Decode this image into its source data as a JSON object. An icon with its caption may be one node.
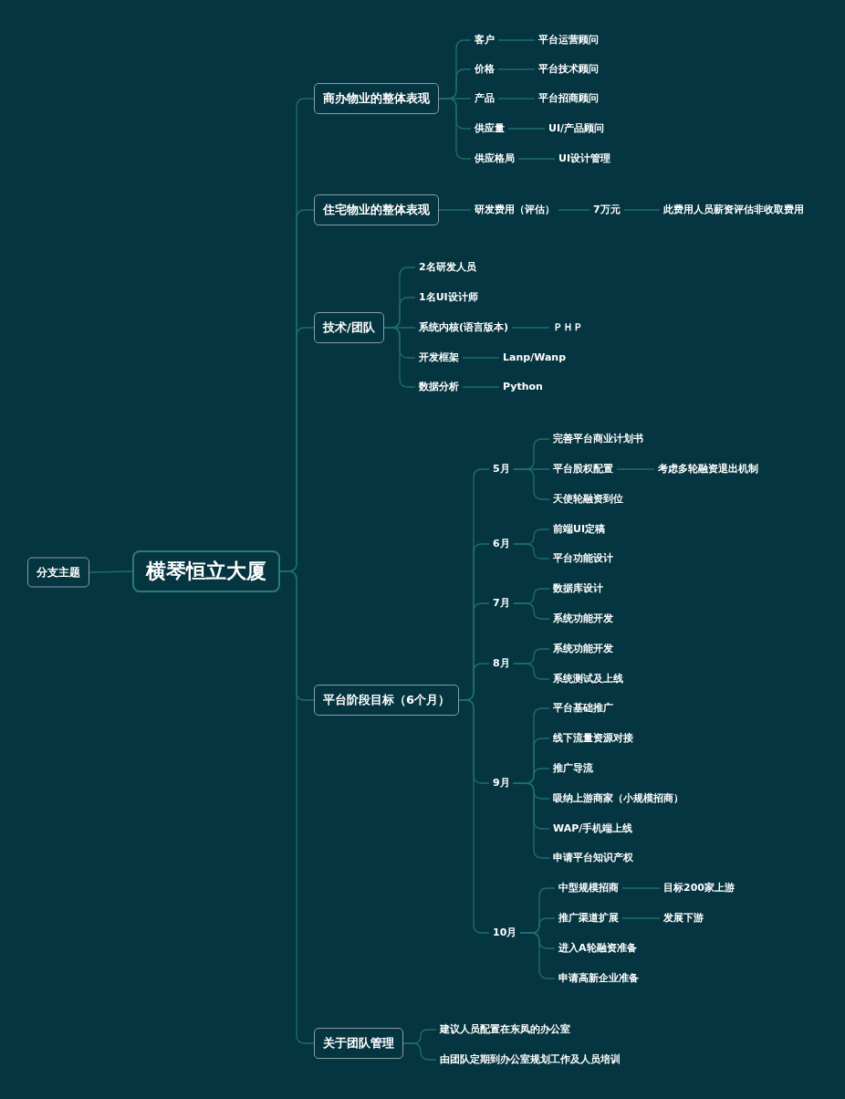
{
  "diagram": {
    "nodes": [
      {
        "text": [
          "分支主题"
        ]
      },
      {
        "text": [
          "横琴恒立大厦"
        ]
      },
      {
        "text": [
          "商办物业的整体表现"
        ]
      },
      {
        "text": [
          "客户"
        ]
      },
      {
        "text": [
          "平台运营顾问"
        ]
      },
      {
        "text": [
          "价格"
        ]
      },
      {
        "text": [
          "平台技术顾问"
        ]
      },
      {
        "text": [
          "产品"
        ]
      },
      {
        "text": [
          "平台招商顾问"
        ]
      },
      {
        "text": [
          "供应量"
        ]
      },
      {
        "text": [
          "UI/产品顾问"
        ]
      },
      {
        "text": [
          "供应格局"
        ]
      },
      {
        "text": [
          "UI设计管理"
        ]
      },
      {
        "text": [
          "住宅物业的整体表现"
        ]
      },
      {
        "text": [
          "研发费用（评估）"
        ]
      },
      {
        "text": [
          "7万元"
        ]
      },
      {
        "text": [
          "此费用人员薪资评估非收取费用"
        ]
      },
      {
        "text": [
          "技术/团队"
        ]
      },
      {
        "text": [
          "2名研发人员"
        ]
      },
      {
        "text": [
          "1名UI设计师"
        ]
      },
      {
        "text": [
          "系统内核(语言版本)"
        ]
      },
      {
        "text": [
          "ＰＨＰ"
        ]
      },
      {
        "text": [
          "开发框架"
        ]
      },
      {
        "text": [
          "Lanp/Wanp"
        ]
      },
      {
        "text": [
          "数据分析"
        ]
      },
      {
        "text": [
          "Python"
        ]
      },
      {
        "text": [
          "平台阶段目标（6个月）"
        ]
      },
      {
        "text": [
          "5月"
        ]
      },
      {
        "text": [
          "完善平台商业计划书"
        ]
      },
      {
        "text": [
          "平台股权配置"
        ]
      },
      {
        "text": [
          "考虑多轮融资退出机制"
        ]
      },
      {
        "text": [
          "天使轮融资到位"
        ]
      },
      {
        "text": [
          "6月"
        ]
      },
      {
        "text": [
          "前端UI定稿"
        ]
      },
      {
        "text": [
          "平台功能设计"
        ]
      },
      {
        "text": [
          "7月"
        ]
      },
      {
        "text": [
          "数据库设计"
        ]
      },
      {
        "text": [
          "系统功能开发"
        ]
      },
      {
        "text": [
          "8月"
        ]
      },
      {
        "text": [
          "系统功能开发"
        ]
      },
      {
        "text": [
          "系统测试及上线"
        ]
      },
      {
        "text": [
          "9月"
        ]
      },
      {
        "text": [
          "平台基础推广"
        ]
      },
      {
        "text": [
          "线下流量资源对接"
        ]
      },
      {
        "text": [
          "推广导流"
        ]
      },
      {
        "text": [
          "吸纳上游商家（小规模招商）"
        ]
      },
      {
        "text": [
          "WAP/手机端上线"
        ]
      },
      {
        "text": [
          "申请平台知识产权"
        ]
      },
      {
        "text": [
          "10月"
        ]
      },
      {
        "text": [
          "中型规模招商"
        ]
      },
      {
        "text": [
          "目标200家上游"
        ]
      },
      {
        "text": [
          "推广渠道扩展"
        ]
      },
      {
        "text": [
          "发展下游"
        ]
      },
      {
        "text": [
          "进入A轮融资准备"
        ]
      },
      {
        "text": [
          "申请高新企业准备"
        ]
      },
      {
        "text": [
          "关于团队管理"
        ]
      },
      {
        "text": [
          "建议人员配置在东凤的办公室"
        ]
      },
      {
        "text": [
          "由团队定期到办公室规划工作及人员培训"
        ]
      }
    ],
    "edges": [
      {
        "from": 1,
        "to": 0,
        "arrow": "none"
      },
      {
        "from": 1,
        "to": 2,
        "arrow": "none"
      },
      {
        "from": 2,
        "to": 3,
        "arrow": "none"
      },
      {
        "from": 3,
        "to": 4,
        "arrow": "none"
      },
      {
        "from": 2,
        "to": 5,
        "arrow": "none"
      },
      {
        "from": 5,
        "to": 6,
        "arrow": "none"
      },
      {
        "from": 2,
        "to": 7,
        "arrow": "none"
      },
      {
        "from": 7,
        "to": 8,
        "arrow": "none"
      },
      {
        "from": 2,
        "to": 9,
        "arrow": "none"
      },
      {
        "from": 9,
        "to": 10,
        "arrow": "none"
      },
      {
        "from": 2,
        "to": 11,
        "arrow": "none"
      },
      {
        "from": 11,
        "to": 12,
        "arrow": "none"
      },
      {
        "from": 1,
        "to": 13,
        "arrow": "none"
      },
      {
        "from": 13,
        "to": 14,
        "arrow": "none"
      },
      {
        "from": 14,
        "to": 15,
        "arrow": "none"
      },
      {
        "from": 15,
        "to": 16,
        "arrow": "none"
      },
      {
        "from": 1,
        "to": 17,
        "arrow": "none"
      },
      {
        "from": 17,
        "to": 18,
        "arrow": "none"
      },
      {
        "from": 17,
        "to": 19,
        "arrow": "none"
      },
      {
        "from": 17,
        "to": 20,
        "arrow": "none"
      },
      {
        "from": 20,
        "to": 21,
        "arrow": "none"
      },
      {
        "from": 17,
        "to": 22,
        "arrow": "none"
      },
      {
        "from": 22,
        "to": 23,
        "arrow": "none"
      },
      {
        "from": 17,
        "to": 24,
        "arrow": "none"
      },
      {
        "from": 24,
        "to": 25,
        "arrow": "none"
      },
      {
        "from": 1,
        "to": 26,
        "arrow": "none"
      },
      {
        "from": 26,
        "to": 27,
        "arrow": "none"
      },
      {
        "from": 27,
        "to": 28,
        "arrow": "none"
      },
      {
        "from": 27,
        "to": 29,
        "arrow": "none"
      },
      {
        "from": 29,
        "to": 30,
        "arrow": "none"
      },
      {
        "from": 27,
        "to": 31,
        "arrow": "none"
      },
      {
        "from": 26,
        "to": 32,
        "arrow": "none"
      },
      {
        "from": 32,
        "to": 33,
        "arrow": "none"
      },
      {
        "from": 32,
        "to": 34,
        "arrow": "none"
      },
      {
        "from": 26,
        "to": 35,
        "arrow": "none"
      },
      {
        "from": 35,
        "to": 36,
        "arrow": "none"
      },
      {
        "from": 35,
        "to": 37,
        "arrow": "none"
      },
      {
        "from": 26,
        "to": 38,
        "arrow": "none"
      },
      {
        "from": 38,
        "to": 39,
        "arrow": "none"
      },
      {
        "from": 38,
        "to": 40,
        "arrow": "none"
      },
      {
        "from": 26,
        "to": 41,
        "arrow": "none"
      },
      {
        "from": 41,
        "to": 42,
        "arrow": "none"
      },
      {
        "from": 41,
        "to": 43,
        "arrow": "none"
      },
      {
        "from": 41,
        "to": 44,
        "arrow": "none"
      },
      {
        "from": 41,
        "to": 45,
        "arrow": "none"
      },
      {
        "from": 41,
        "to": 46,
        "arrow": "none"
      },
      {
        "from": 41,
        "to": 47,
        "arrow": "none"
      },
      {
        "from": 26,
        "to": 48,
        "arrow": "none"
      },
      {
        "from": 48,
        "to": 49,
        "arrow": "none"
      },
      {
        "from": 49,
        "to": 50,
        "arrow": "none"
      },
      {
        "from": 48,
        "to": 51,
        "arrow": "none"
      },
      {
        "from": 51,
        "to": 52,
        "arrow": "none"
      },
      {
        "from": 48,
        "to": 53,
        "arrow": "none"
      },
      {
        "from": 48,
        "to": 54,
        "arrow": "none"
      },
      {
        "from": 1,
        "to": 55,
        "arrow": "none"
      },
      {
        "from": 55,
        "to": 56,
        "arrow": "none"
      },
      {
        "from": 55,
        "to": 57,
        "arrow": "none"
      }
    ]
  }
}
